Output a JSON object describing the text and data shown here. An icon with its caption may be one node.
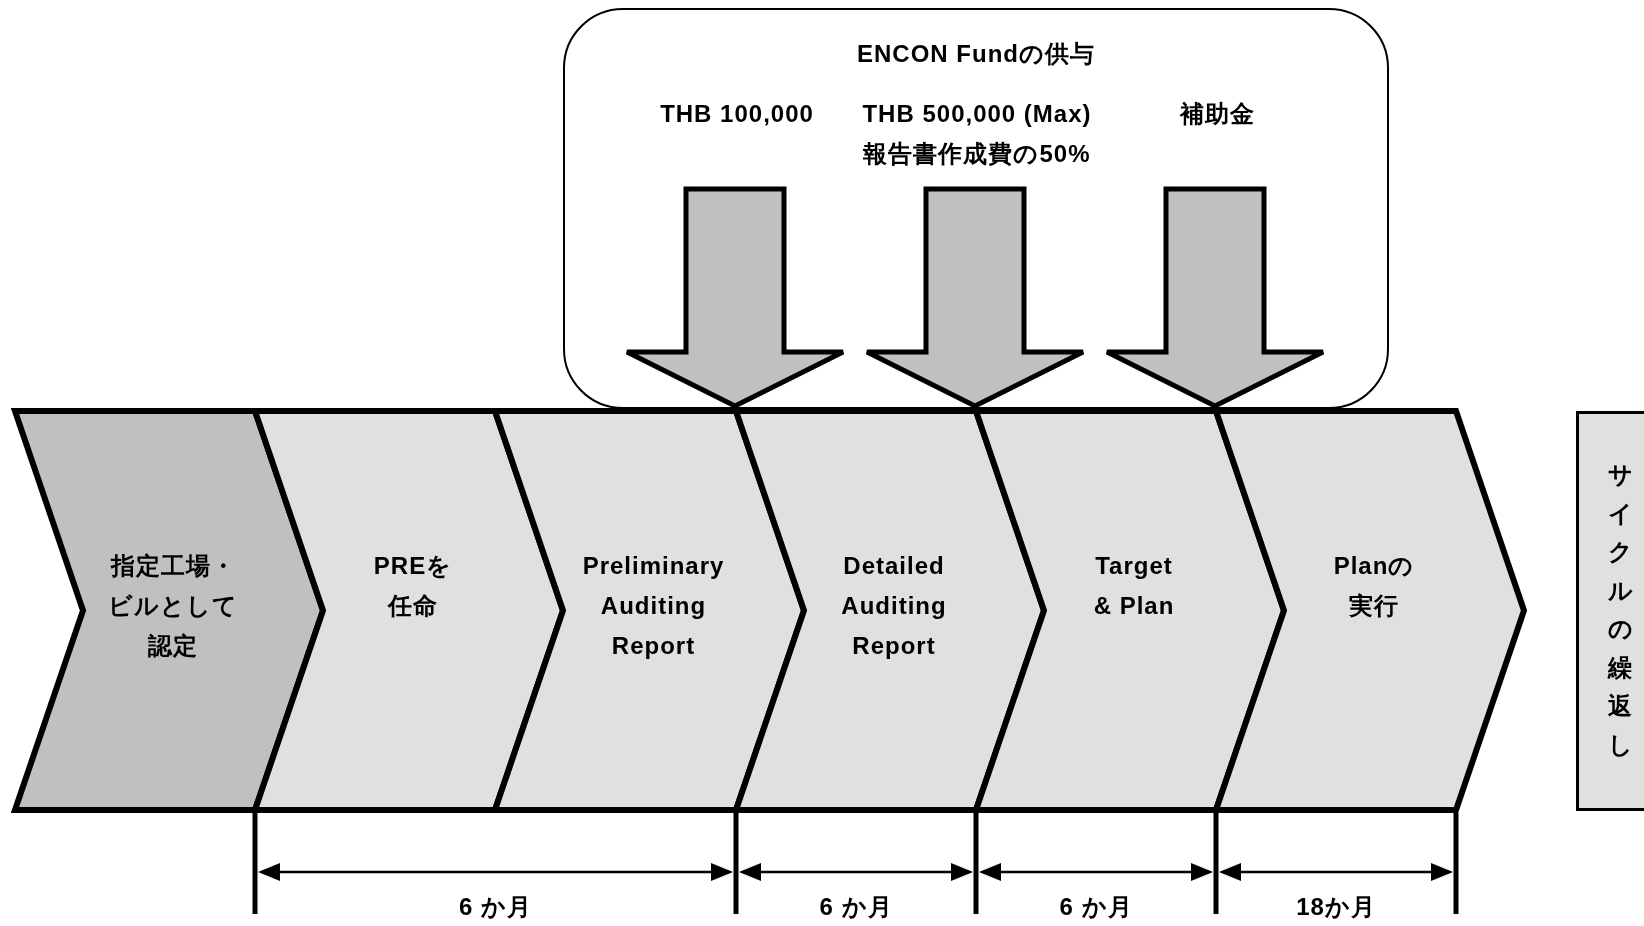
{
  "diagram": {
    "nodes": [
      {
        "text": [
          "ENCON Fundの供与"
        ]
      },
      {
        "text": [
          "THB 100,000"
        ],
        "in": 0
      },
      {
        "text": [
          "THB 500,000 (Max)",
          "報告書作成費の50%"
        ],
        "in": 0
      },
      {
        "text": [
          "補助金"
        ],
        "in": 0
      },
      {
        "text": [
          "指定工場・ビルとして認定"
        ]
      },
      {
        "text": [
          "PREを任命"
        ]
      },
      {
        "text": [
          "Preliminary Auditing Report"
        ]
      },
      {
        "text": [
          "Detailed Auditing Report"
        ]
      },
      {
        "text": [
          "Target & Plan"
        ]
      },
      {
        "text": [
          "Planの実行"
        ]
      },
      {
        "text": [
          "サイクルの繰返し"
        ]
      }
    ],
    "edges": [
      {
        "from": 1,
        "to": 6,
        "arrow": "to"
      },
      {
        "from": 2,
        "to": 7,
        "arrow": "to"
      },
      {
        "from": 3,
        "to": 8,
        "arrow": "to"
      }
    ],
    "labels": [
      "6 か月",
      "6 か月",
      "6 か月",
      "18か月"
    ]
  }
}
